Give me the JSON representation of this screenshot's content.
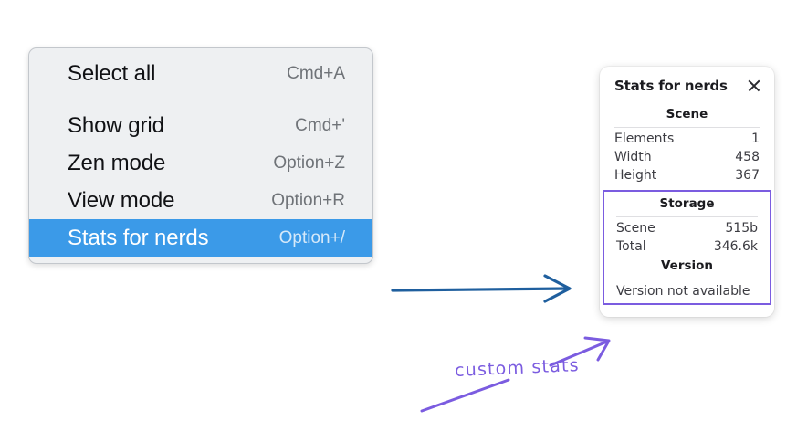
{
  "context_menu": {
    "name": "canvas-context-menu",
    "groups": [
      {
        "items": [
          {
            "label": "Select all",
            "shortcut": "Cmd+A",
            "selected": false
          }
        ]
      },
      {
        "items": [
          {
            "label": "Show grid",
            "shortcut": "Cmd+'",
            "selected": false
          },
          {
            "label": "Zen mode",
            "shortcut": "Option+Z",
            "selected": false
          },
          {
            "label": "View mode",
            "shortcut": "Option+R",
            "selected": false
          },
          {
            "label": "Stats for nerds",
            "shortcut": "Option+/",
            "selected": true
          }
        ]
      }
    ]
  },
  "stats_panel": {
    "title": "Stats for nerds",
    "close_icon": "close-icon",
    "scene": {
      "heading": "Scene",
      "rows": [
        {
          "label": "Elements",
          "value": "1"
        },
        {
          "label": "Width",
          "value": "458"
        },
        {
          "label": "Height",
          "value": "367"
        }
      ]
    },
    "storage": {
      "heading": "Storage",
      "rows": [
        {
          "label": "Scene",
          "value": "515b"
        },
        {
          "label": "Total",
          "value": "346.6k"
        }
      ]
    },
    "version": {
      "heading": "Version",
      "note": "Version not available"
    }
  },
  "annotations": {
    "handwritten_label": "custom stats",
    "arrow_menu_to_panel": "blue-arrow-icon",
    "arrow_label_to_box": "purple-arrow-icon",
    "arrow_label_underline": "purple-underline-icon"
  },
  "colors": {
    "menu_background": "#eef0f2",
    "menu_border": "#c3c7cc",
    "menu_selected": "#3b9ae8",
    "panel_background": "#ffffff",
    "highlight_purple": "#7b5ce0",
    "arrow_blue": "#1f5f9e",
    "page_background": "#ffffff"
  }
}
